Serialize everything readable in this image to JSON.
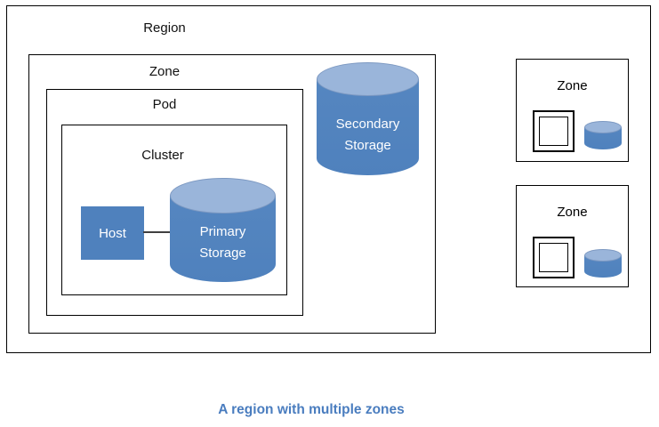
{
  "diagram": {
    "region": {
      "label": "Region"
    },
    "main_zone": {
      "label": "Zone"
    },
    "pod": {
      "label": "Pod"
    },
    "cluster": {
      "label": "Cluster"
    },
    "host": {
      "label": "Host"
    },
    "primary_storage": {
      "line1": "Primary",
      "line2": "Storage"
    },
    "secondary_storage": {
      "line1": "Secondary",
      "line2": "Storage"
    },
    "right_zones": [
      {
        "label": "Zone"
      },
      {
        "label": "Zone"
      }
    ]
  },
  "caption": {
    "text": "A region with multiple zones"
  },
  "colors": {
    "shape_blue": "#4f81bd",
    "cylinder_top_blue": "#9ab5da",
    "caption_blue": "#4a7dbf",
    "outline_black": "#000000",
    "connector_gray": "#404040"
  }
}
